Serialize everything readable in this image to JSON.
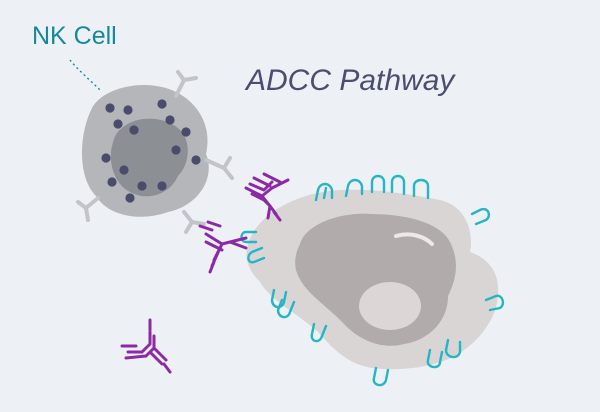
{
  "diagram": {
    "title": "ADCC Pathway",
    "nk_label": "NK Cell"
  },
  "colors": {
    "background": "#edf1f5",
    "nk_outer": "#b4b6ba",
    "nk_nucleus": "#8c8f93",
    "granule": "#4a4c6b",
    "nk_receptor": "#c2c4c7",
    "target_outer": "#d8d5d4",
    "target_inner": "#b1abab",
    "target_nucleus": "#dcd7d6",
    "antigen": "#24b5c6",
    "antibody": "#8c2aa6",
    "label_teal": "#15899a",
    "title_slate": "#4b4e6d"
  },
  "icons": [
    "nk-cell",
    "target-cell",
    "antibody",
    "antigen-receptor",
    "fc-receptor"
  ]
}
